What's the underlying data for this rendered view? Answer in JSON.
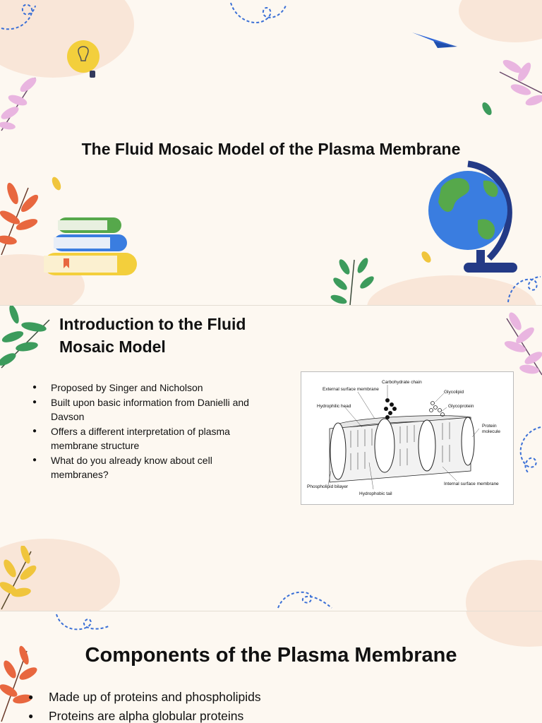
{
  "slide1": {
    "title": "The Fluid Mosaic Model of the Plasma Membrane"
  },
  "slide2": {
    "title": "Introduction to the Fluid Mosaic Model",
    "bullets": [
      "Proposed by Singer and Nicholson",
      "Built upon basic information from Danielli and Davson",
      "Offers a different interpretation of plasma membrane structure",
      "What do you already know about cell membranes?"
    ],
    "diagram_labels": {
      "carbohydrate_chain": "Carbohydrate chain",
      "external_surface": "External surface membrane",
      "glycolipid": "Glycolipid",
      "hydrophilic_head": "Hydrophilic head",
      "glycoprotein": "Glycoprotein",
      "protein_molecule_1": "Protein",
      "protein_molecule_2": "molecule",
      "phospholipid_bilayer": "Phospholipid bilayer",
      "internal_surface": "Internal surface membrane",
      "hydrophobic_tail": "Hydrophobic tail"
    }
  },
  "slide3": {
    "title": "Components of the Plasma Membrane",
    "bullets": [
      "Made up of proteins and phospholipids",
      "Proteins are alpha globular proteins"
    ]
  },
  "colors": {
    "background": "#fdf8f1",
    "blob": "#f9e6d8",
    "leaf_pink": "#e9b5e0",
    "leaf_orange": "#e8673f",
    "leaf_green": "#3c9b5c",
    "leaf_yellow": "#f0c53c",
    "globe_blue": "#3a7de0",
    "globe_green": "#56a84b",
    "globe_stand": "#233a86"
  }
}
